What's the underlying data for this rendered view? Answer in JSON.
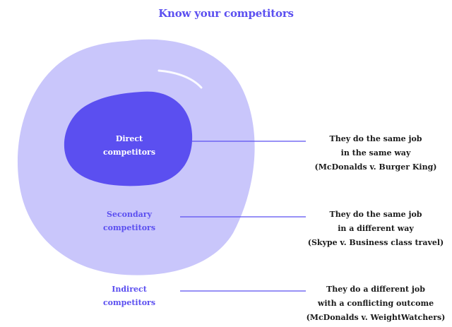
{
  "title": "Know your competitors",
  "colors": {
    "accent": "#5b4ff0",
    "outer_fill": "#c9c6fb",
    "inner_fill": "#5b4ff0",
    "text_dark": "#1a1a1a"
  },
  "rings": [
    {
      "id": "direct",
      "label_lines": [
        "Direct",
        "competitors"
      ],
      "description_lines": [
        "They do the same job",
        "in the same way",
        "(McDonalds v. Burger King)"
      ]
    },
    {
      "id": "secondary",
      "label_lines": [
        "Secondary",
        "competitors"
      ],
      "description_lines": [
        "They do the same job",
        "in a different way",
        "(Skype v. Business class travel)"
      ]
    },
    {
      "id": "indirect",
      "label_lines": [
        "Indirect",
        "competitors"
      ],
      "description_lines": [
        "They do a different job",
        "with a conflicting outcome",
        "(McDonalds v. WeightWatchers)"
      ]
    }
  ]
}
